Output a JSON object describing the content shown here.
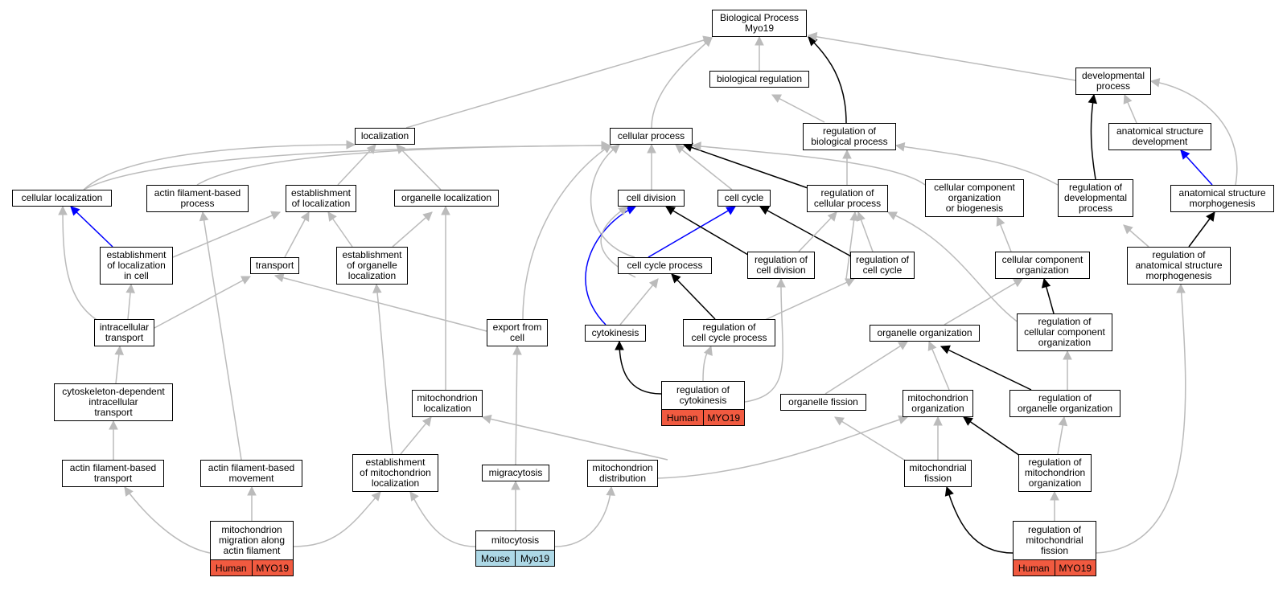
{
  "colors": {
    "grey_edge": "#bbbbbb",
    "black_edge": "#000000",
    "blue_edge": "#0000ff",
    "human_badge": "#f15a40",
    "mouse_badge": "#add8e6"
  },
  "nodes": {
    "bp": "Biological Process\nMyo19",
    "biological_regulation": "biological regulation",
    "developmental_process": "developmental\nprocess",
    "localization": "localization",
    "cellular_process": "cellular process",
    "regulation_of_biological_process": "regulation of\nbiological process",
    "anatomical_structure_development": "anatomical structure\ndevelopment",
    "cellular_localization": "cellular localization",
    "actin_filament_based_process": "actin filament-based\nprocess",
    "establishment_of_localization": "establishment\nof localization",
    "organelle_localization": "organelle localization",
    "cell_division": "cell division",
    "cell_cycle": "cell cycle",
    "regulation_of_cellular_process": "regulation of\ncellular process",
    "cellular_component_organization_or_biogenesis": "cellular component\norganization\nor biogenesis",
    "regulation_of_developmental_process": "regulation of\ndevelopmental\nprocess",
    "anatomical_structure_morphogenesis": "anatomical structure\nmorphogenesis",
    "establishment_of_localization_in_cell": "establishment\nof localization\nin cell",
    "transport": "transport",
    "establishment_of_organelle_localization": "establishment\nof organelle\nlocalization",
    "cell_cycle_process": "cell cycle process",
    "regulation_of_cell_division": "regulation of\ncell division",
    "regulation_of_cell_cycle": "regulation of\ncell cycle",
    "cellular_component_organization": "cellular component\norganization",
    "regulation_of_anatomical_structure_morphogenesis": "regulation of\nanatomical structure\nmorphogenesis",
    "intracellular_transport": "intracellular\ntransport",
    "export_from_cell": "export from\ncell",
    "cytokinesis": "cytokinesis",
    "regulation_of_cell_cycle_process": "regulation of\ncell cycle process",
    "organelle_organization": "organelle organization",
    "regulation_of_cellular_component_organization": "regulation of\ncellular component\norganization",
    "cytoskeleton_dependent_intracellular_transport": "cytoskeleton-dependent\nintracellular\ntransport",
    "mitochondrion_localization": "mitochondrion\nlocalization",
    "regulation_of_cytokinesis": "regulation of\ncytokinesis",
    "organelle_fission": "organelle fission",
    "mitochondrion_organization": "mitochondrion\norganization",
    "regulation_of_organelle_organization": "regulation of\norganelle organization",
    "actin_filament_based_transport": "actin filament-based\ntransport",
    "actin_filament_based_movement": "actin filament-based\nmovement",
    "establishment_of_mitochondrion_localization": "establishment\nof mitochondrion\nlocalization",
    "migracytosis": "migracytosis",
    "mitochondrion_distribution": "mitochondrion\ndistribution",
    "mitochondrial_fission": "mitochondrial\nfission",
    "regulation_of_mitochondrion_organization": "regulation of\nmitochondrion\norganization",
    "mitochondrion_migration_along_actin_filament": "mitochondrion\nmigration along\nactin filament",
    "mitocytosis": "mitocytosis",
    "regulation_of_mitochondrial_fission": "regulation of\nmitochondrial\nfission"
  },
  "badges": {
    "regulation_of_cytokinesis": {
      "species": "Human",
      "gene": "MYO19"
    },
    "mitochondrion_migration_along_actin_filament": {
      "species": "Human",
      "gene": "MYO19"
    },
    "mitocytosis": {
      "species": "Mouse",
      "gene": "Myo19"
    },
    "regulation_of_mitochondrial_fission": {
      "species": "Human",
      "gene": "MYO19"
    }
  }
}
